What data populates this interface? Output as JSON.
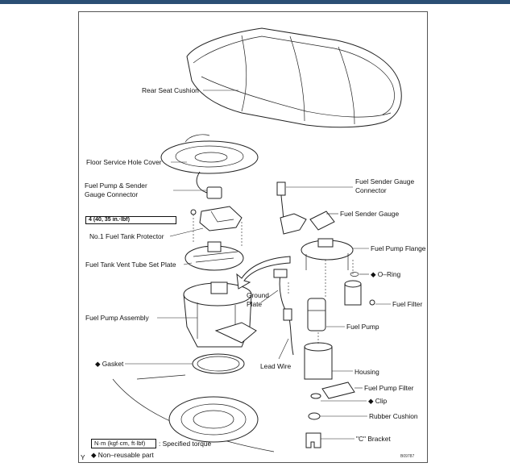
{
  "labels": {
    "rear_seat_cushion": "Rear Seat Cushion",
    "floor_service_hole_cover": "Floor Service Hole Cover",
    "fuel_pump_sender_gauge_connector_1": "Fuel Pump & Sender",
    "fuel_pump_sender_gauge_connector_2": "Gauge Connector",
    "no1_fuel_tank_protector": "No.1 Fuel Tank Protector",
    "fuel_tank_vent_tube_set_plate": "Fuel Tank Vent Tube Set Plate",
    "fuel_pump_assembly": "Fuel Pump Assembly",
    "gasket": "◆ Gasket",
    "ground_plate_1": "Ground",
    "ground_plate_2": "Plate",
    "lead_wire": "Lead Wire",
    "fuel_sender_gauge_connector_1": "Fuel Sender Gauge",
    "fuel_sender_gauge_connector_2": "Connector",
    "fuel_sender_gauge": "Fuel Sender Gauge",
    "fuel_pump_flange": "Fuel Pump Flange",
    "o_ring": "◆ O–Ring",
    "fuel_filter": "Fuel Filter",
    "fuel_pump": "Fuel Pump",
    "housing": "Housing",
    "fuel_pump_filter": "Fuel Pump Filter",
    "clip": "◆ Clip",
    "rubber_cushion": "Rubber Cushion",
    "c_bracket": "\"C\" Bracket"
  },
  "torque": "4 (40, 35 in.·lbf)",
  "legend": {
    "torque_unit": "N·m (kgf·cm, ft·lbf)",
    "torque_desc": ": Specified torque",
    "non_reusable": "◆ Non–reusable part"
  },
  "corner_mark": "Y",
  "figure_code": "B09787"
}
